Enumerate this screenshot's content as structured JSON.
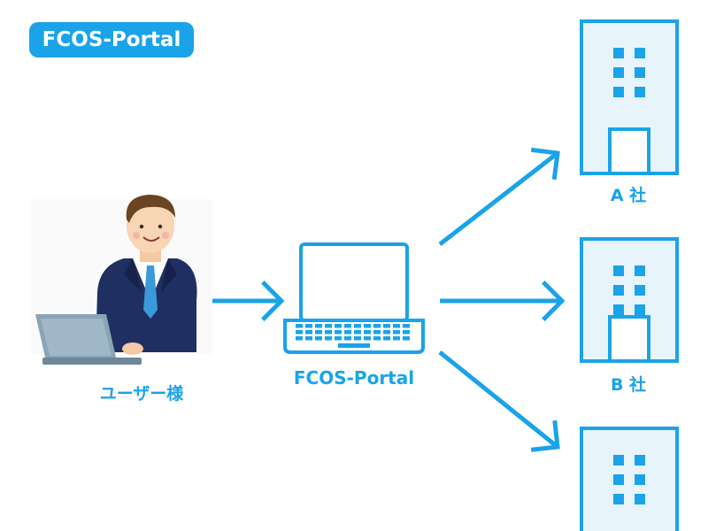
{
  "badge": {
    "label": "FCOS-Portal"
  },
  "user": {
    "label": "ユーザー様"
  },
  "portal": {
    "label": "FCOS-Portal"
  },
  "companies": [
    {
      "label": "A 社"
    },
    {
      "label": "B 社"
    },
    {
      "label": ""
    }
  ],
  "colors": {
    "accent": "#1aa3e8",
    "building_fill": "#e8f4fb",
    "suit": "#1f2f62",
    "laptop_grey": "#8aa4b5"
  },
  "icons": [
    "businessman-illustration",
    "laptop-icon",
    "building-icon",
    "arrow-right-icon"
  ]
}
